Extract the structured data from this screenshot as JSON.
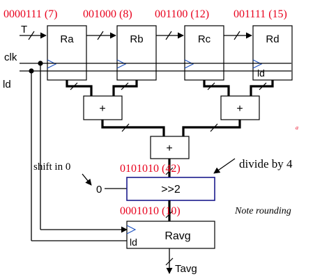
{
  "top_values": [
    {
      "bits": "0000111",
      "dec": "(7)"
    },
    {
      "bits": "001000",
      "dec": "(8)"
    },
    {
      "bits": "001100",
      "dec": "(12)"
    },
    {
      "bits": "001111",
      "dec": "(15)"
    }
  ],
  "registers": [
    "Ra",
    "Rb",
    "Rc",
    "Rd"
  ],
  "signals": {
    "t": "T",
    "clk": "clk",
    "ld": "ld",
    "ld_rd": "ld",
    "ld_ravg": "ld"
  },
  "adders": [
    "+",
    "+",
    "+"
  ],
  "sum_value": {
    "bits": "0101010",
    "dec": "(42)"
  },
  "shift_label": ">>2",
  "shift_in_label": "shift in 0",
  "zero_input": "0",
  "divide_label": "divide by 4",
  "avg_value": {
    "bits": "0001010",
    "dec": "(10)"
  },
  "note": "Note rounding",
  "stray_mark": "a",
  "ravg_label": "Ravg",
  "output_label": "Tavg"
}
